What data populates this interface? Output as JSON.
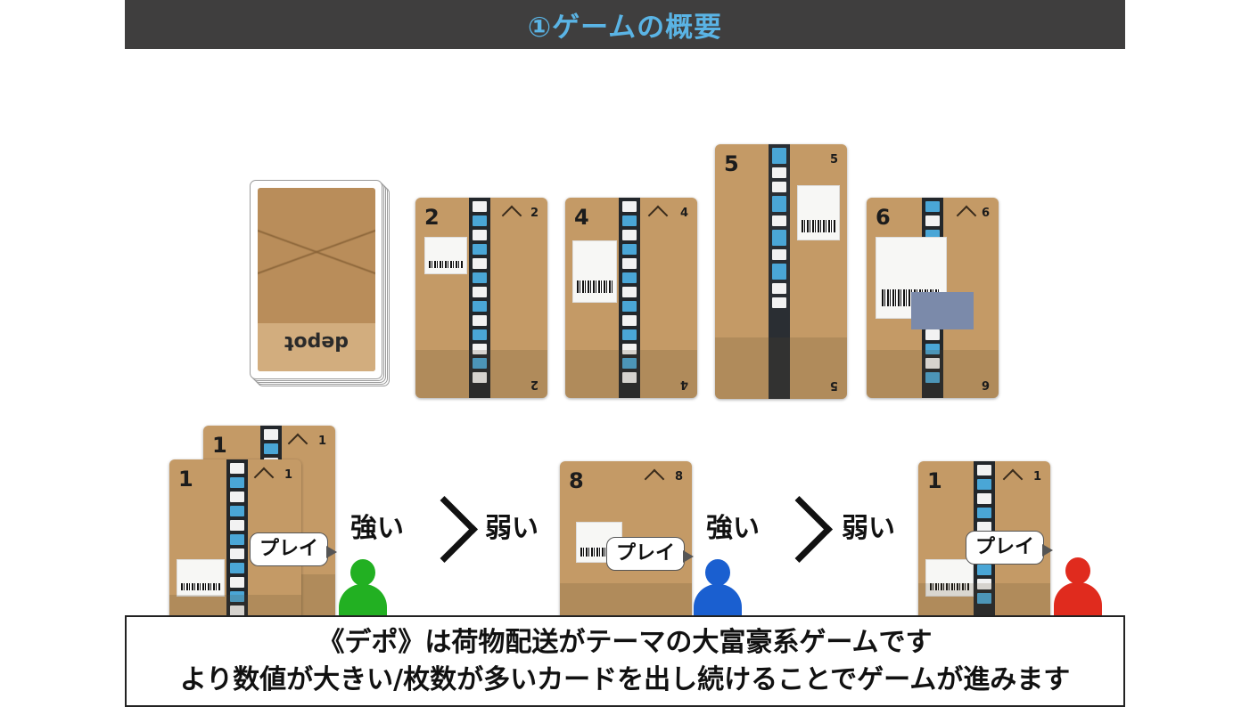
{
  "title": "①ゲームの概要",
  "deck": {
    "logo": "depot"
  },
  "cards_top": [
    {
      "number": "2",
      "corner": "2"
    },
    {
      "number": "4",
      "corner": "4"
    },
    {
      "number": "5",
      "corner": "5"
    },
    {
      "number": "6",
      "corner": "6"
    }
  ],
  "comparison": {
    "strong": "強い",
    "weak": "弱い",
    "play": "プレイ",
    "left_cards": {
      "number": "1",
      "corner": "1"
    },
    "middle_card": {
      "number": "8",
      "corner": "8"
    },
    "right_card": {
      "number": "1",
      "corner": "1"
    },
    "player_colors": [
      "#22b022",
      "#1a5fd0",
      "#e02b1e"
    ]
  },
  "caption": {
    "line1": "《デポ》は荷物配送がテーマの大富豪系ゲームです",
    "line2": "より数値が大きい/枚数が多いカードを出し続けることでゲームが進みます"
  }
}
